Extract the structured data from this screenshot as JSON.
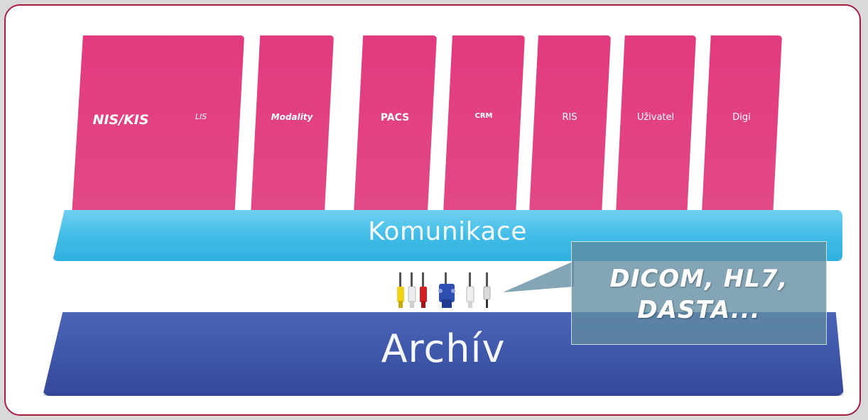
{
  "systems": [
    {
      "label": "NIS/KIS",
      "style": "bold-italic"
    },
    {
      "label": "LIS",
      "style": "italic-small"
    },
    {
      "label": "Modality",
      "style": "bold-italic-small"
    },
    {
      "label": "PACS",
      "style": "bold"
    },
    {
      "label": "CRM",
      "style": "bold-small"
    },
    {
      "label": "RIS",
      "style": "normal"
    },
    {
      "label": "Uživatel",
      "style": "normal"
    },
    {
      "label": "Digi",
      "style": "normal"
    }
  ],
  "communication_layer": {
    "label": "Komunikace",
    "color": "#3ebbe6"
  },
  "archive_layer": {
    "label": "Archív",
    "color": "#3f57aa"
  },
  "callout": {
    "text": "DICOM, HL7, DASTA..."
  },
  "colors": {
    "system_column": "#e23a7e",
    "frame_border": "#a61d44"
  },
  "icons": [
    "rca-cable-yellow-icon",
    "rca-cable-white-icon",
    "rca-cable-red-icon",
    "vga-connector-icon",
    "rca-cable-white-icon",
    "audio-jack-icon"
  ]
}
